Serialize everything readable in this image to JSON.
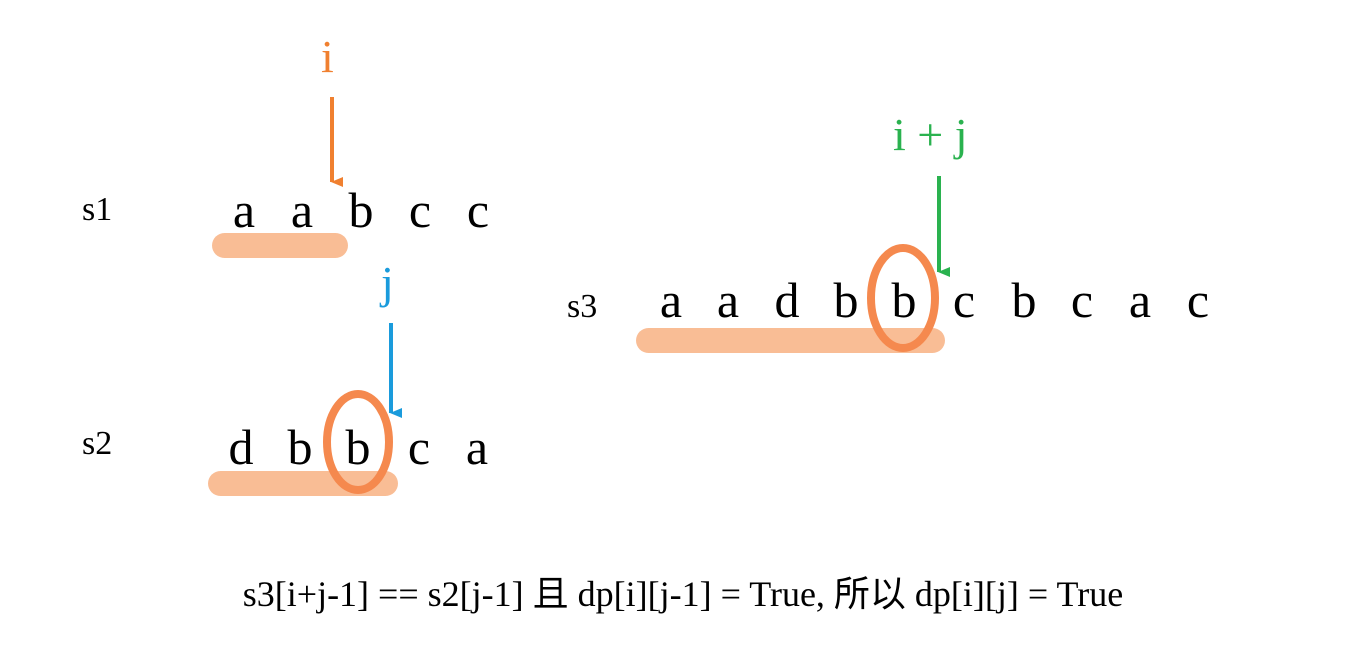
{
  "colors": {
    "highlight": "#f9b98f",
    "circle": "#f5894e",
    "pointer_i": "#f08030",
    "pointer_j": "#1a9bdc",
    "pointer_ij": "#2ab24f",
    "text": "#000000"
  },
  "strings": {
    "s1": {
      "label": "s1",
      "chars": [
        "a",
        "a",
        "b",
        "c",
        "c"
      ],
      "highlight_prefix_length": 2
    },
    "s2": {
      "label": "s2",
      "chars": [
        "d",
        "b",
        "b",
        "c",
        "a"
      ],
      "highlight_prefix_length": 3,
      "circled_index": 2
    },
    "s3": {
      "label": "s3",
      "chars": [
        "a",
        "a",
        "d",
        "b",
        "b",
        "c",
        "b",
        "c",
        "a",
        "c"
      ],
      "highlight_prefix_length": 5,
      "circled_index": 4
    }
  },
  "pointers": {
    "i": {
      "label": "i",
      "string": "s1",
      "boundary_after_index": 1
    },
    "j": {
      "label": "j",
      "string": "s2",
      "boundary_after_index": 2
    },
    "ij": {
      "label": "i + j",
      "string": "s3",
      "boundary_after_index": 4
    }
  },
  "caption": "s3[i+j-1] == s2[j-1] 且 dp[i][j-1] = True, 所以 dp[i][j] = True"
}
